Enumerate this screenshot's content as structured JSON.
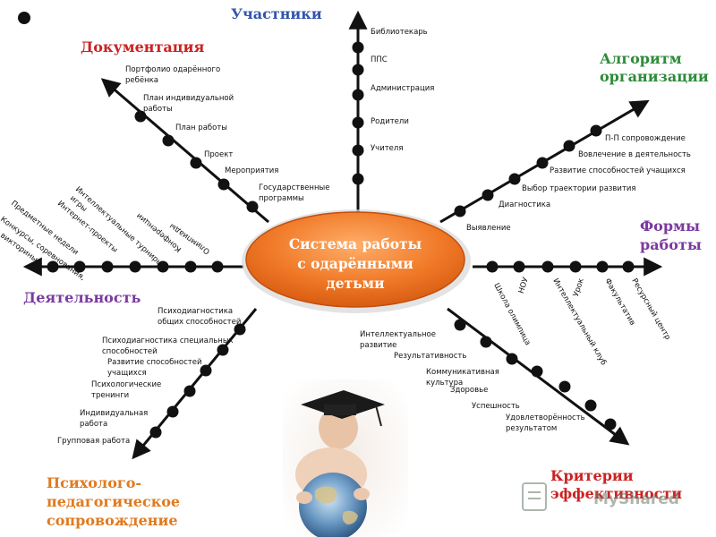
{
  "center": {
    "line1": "Система работы",
    "line2": "с одарёнными",
    "line3": "детьми"
  },
  "colors": {
    "participants": "#3355aa",
    "documentation": "#cc2222",
    "algorithm": "#2e8b3a",
    "forms": "#7a3aa0",
    "activity": "#7a3aa0",
    "psych": "#e07a1f",
    "criteria": "#cc2222",
    "center": "#f07a28"
  },
  "categories": {
    "participants": "Участники",
    "documentation": "Документация",
    "algorithm_1": "Алгоритм",
    "algorithm_2": "организации",
    "forms_1": "Формы",
    "forms_2": "работы",
    "activity": "Деятельность",
    "psych_1": "Психолого-",
    "psych_2": "педагогическое",
    "psych_3": "сопровождение",
    "criteria_1": "Критерии",
    "criteria_2": "эффективности"
  },
  "participants": [
    "Библиотекарь",
    "ППС",
    "Администрация",
    "Родители",
    "Учителя"
  ],
  "documentation": {
    "portfolio_1": "Портфолио одарённого",
    "portfolio_2": "ребёнка",
    "plan_ind_1": "План индивидуальной",
    "plan_ind_2": "работы",
    "plan_work": "План  работы",
    "project": "Проект",
    "events": "Мероприятия",
    "state_1": "Государственные",
    "state_2": "программы"
  },
  "algorithm": [
    "П-П сопровождение",
    "Вовлечение в деятельность",
    "Развитие способностей учащихся",
    "Выбор траектории развития",
    "Диагностика",
    "Выявление"
  ],
  "forms": [
    "Школа олимпица",
    "НОУ",
    "Интеллектуальный клуб",
    "Урок",
    "Факультатив",
    "Ресурсный центр"
  ],
  "activity": [
    "Олимпиады",
    "Конференции",
    "Интеллектуальные турниры,",
    "игры",
    "Интернет-проекты",
    "Предметные недели",
    "Конкурсы, соревнования,",
    "викторины"
  ],
  "psych": {
    "diag_general_1": "Психодиагностика",
    "diag_general_2": "общих  способностей",
    "diag_special_1": "Психодиагностика специальных",
    "diag_special_2": "способностей",
    "dev_1": "Развитие  способностей",
    "dev_2": "учащихся",
    "trainings_1": "Психологические",
    "trainings_2": "тренинги",
    "individual_1": "Индивидуальная",
    "individual_2": "работа",
    "group": "Групповая работа"
  },
  "criteria": {
    "intellectual_1": "Интеллектуальное",
    "intellectual_2": "развитие",
    "results": "Результативность",
    "comm_1": "Коммуникативная",
    "comm_2": "культура",
    "health": "Здоровье",
    "success": "Успешность",
    "satisfaction_1": "Удовлетворённость",
    "satisfaction_2": "результатом"
  },
  "watermark": "MyShared"
}
